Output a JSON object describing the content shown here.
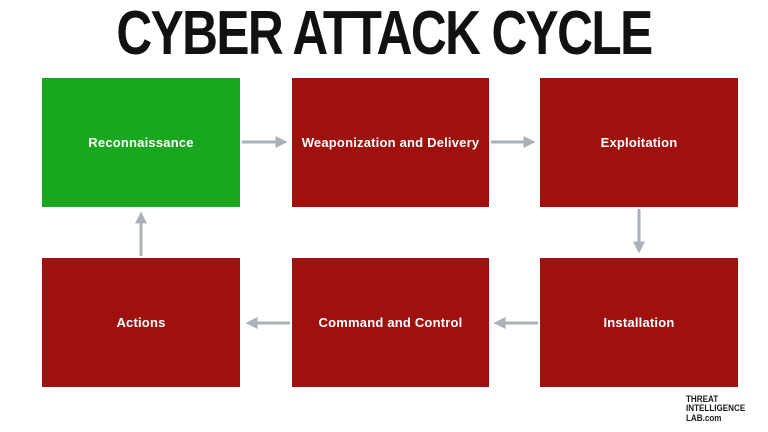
{
  "title": "CYBER ATTACK CYCLE",
  "diagram": {
    "type": "cycle-flowchart",
    "nodes": [
      {
        "label": "Reconnaissance",
        "color": "#18a71f",
        "highlighted": true
      },
      {
        "label": "Weaponization and Delivery",
        "color": "#9e110e",
        "highlighted": false
      },
      {
        "label": "Exploitation",
        "color": "#9e110e",
        "highlighted": false
      },
      {
        "label": "Installation",
        "color": "#9e110e",
        "highlighted": false
      },
      {
        "label": "Command and Control",
        "color": "#9e110e",
        "highlighted": false
      },
      {
        "label": "Actions",
        "color": "#9e110e",
        "highlighted": false
      }
    ],
    "edges": [
      {
        "from": "Reconnaissance",
        "to": "Weaponization and Delivery"
      },
      {
        "from": "Weaponization and Delivery",
        "to": "Exploitation"
      },
      {
        "from": "Exploitation",
        "to": "Installation"
      },
      {
        "from": "Installation",
        "to": "Command and Control"
      },
      {
        "from": "Command and Control",
        "to": "Actions"
      },
      {
        "from": "Actions",
        "to": "Reconnaissance"
      }
    ],
    "arrow_color": "#a9b2b9",
    "text_color_on_nodes": "#ffffff",
    "title_color": "#111111"
  },
  "logo": {
    "line1": "THREAT",
    "line2": "INTELLIGENCE",
    "line3": "LAB.com"
  }
}
